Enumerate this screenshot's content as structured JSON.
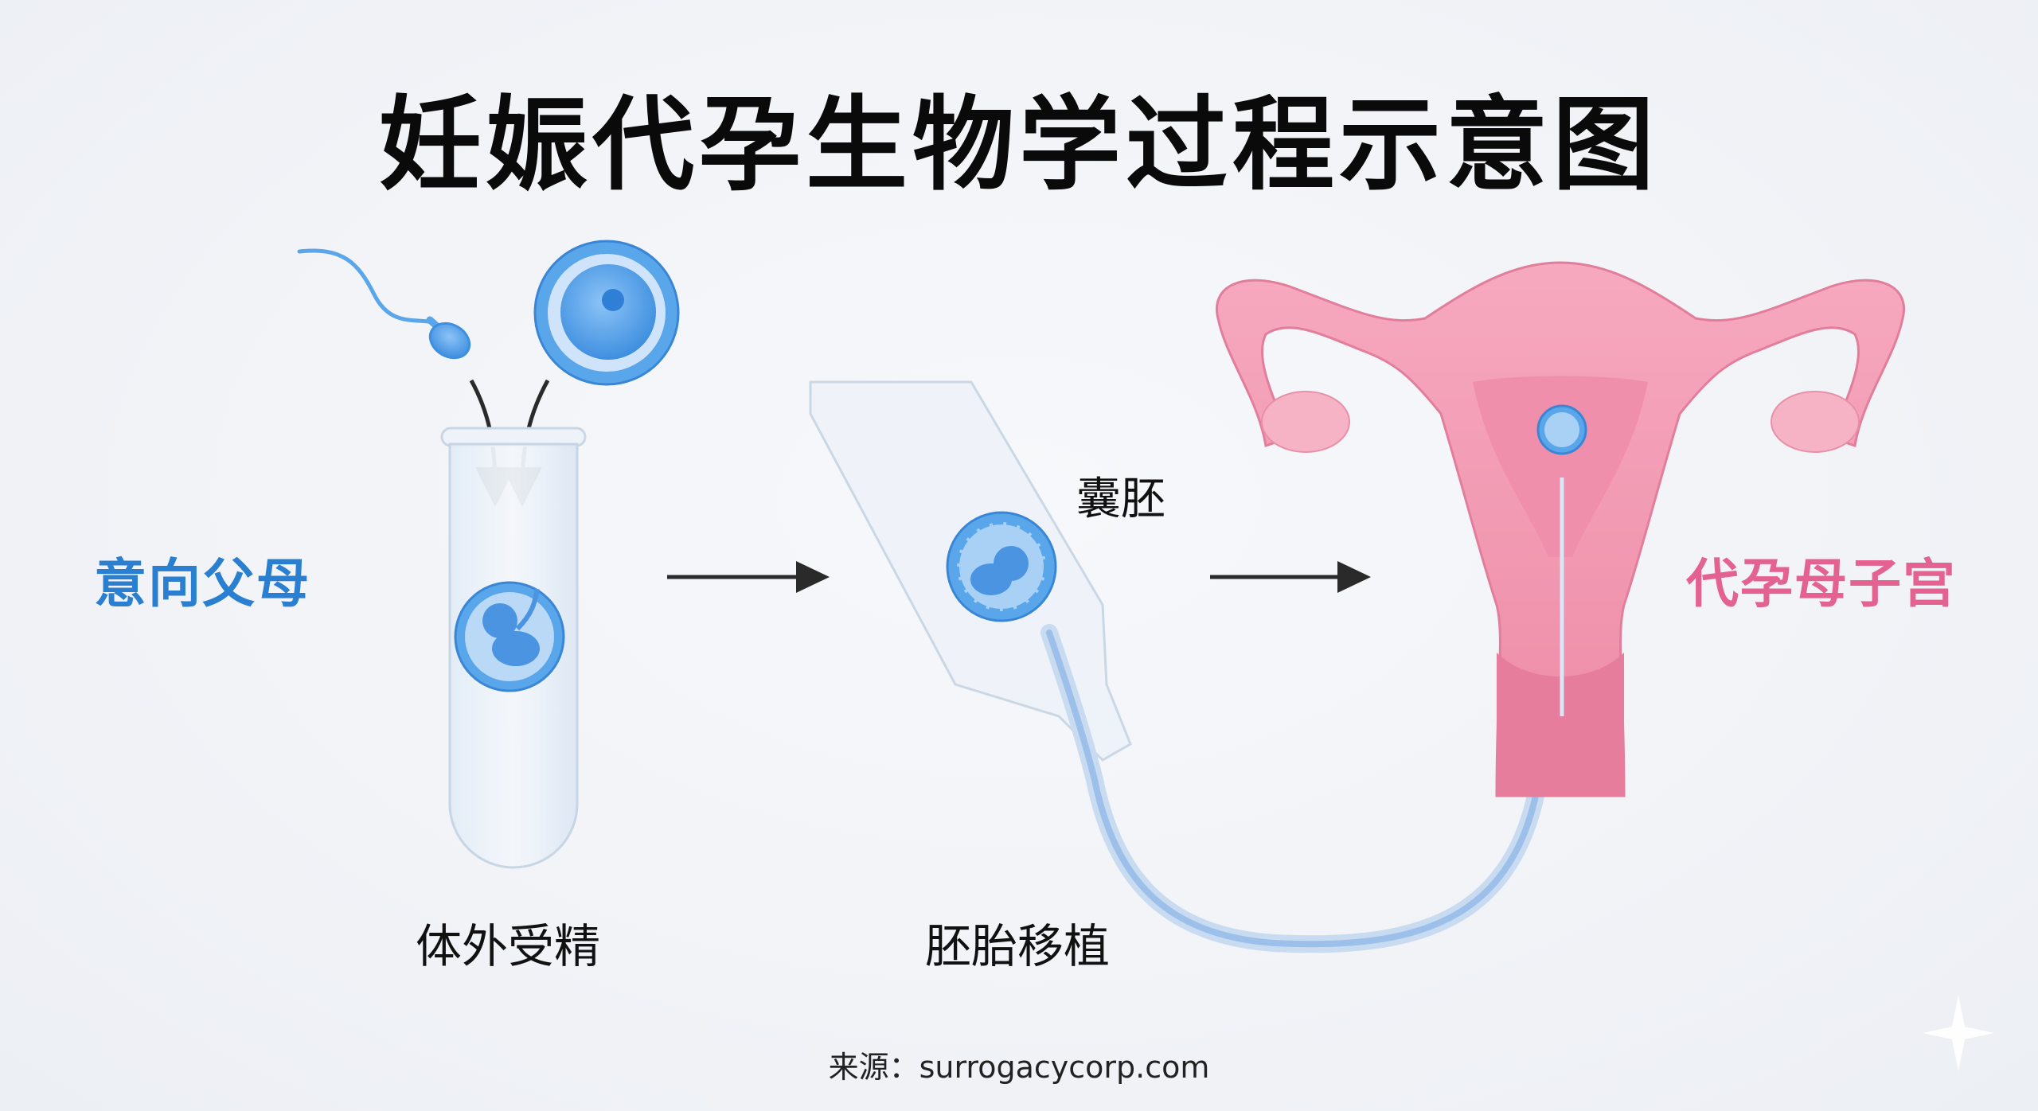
{
  "title": "妊娠代孕生物学过程示意图",
  "labels": {
    "intended_parents": "意向父母",
    "ivf": "体外受精",
    "blastocyst": "囊胚",
    "embryo_transfer": "胚胎移植",
    "surrogate_uterus": "代孕母子宫"
  },
  "source": "来源：surrogacycorp.com",
  "colors": {
    "blue_accent": "#2a7fd0",
    "pink_accent": "#e3628f",
    "uterus_pink": "#f29bb3",
    "cell_blue": "#4a9ae6",
    "text_dark": "#111111"
  },
  "icons": [
    "sperm-icon",
    "egg-cell-icon",
    "test-tube-icon",
    "embryo-icon",
    "pipette-catheter-icon",
    "blastocyst-icon",
    "uterus-icon",
    "arrow-right-icon",
    "sparkle-icon"
  ]
}
